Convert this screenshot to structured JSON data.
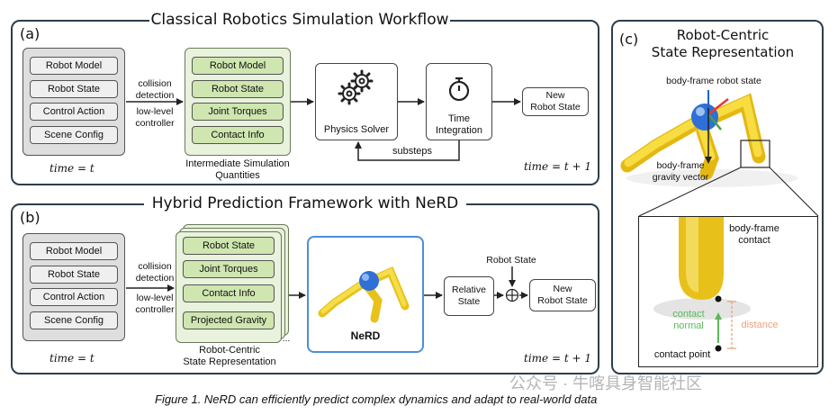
{
  "panel_a": {
    "letter": "(a)",
    "title": "Classical Robotics Simulation Workflow",
    "inputs": [
      "Robot Model",
      "Robot State",
      "Control Action",
      "Scene Config"
    ],
    "arrow_label_top": "collision\ndetection",
    "arrow_label_bottom": "low-level\ncontroller",
    "intermediate": [
      "Robot Model",
      "Robot State",
      "Joint Torques",
      "Contact Info"
    ],
    "intermediate_caption": "Intermediate Simulation\nQuantities",
    "physics_solver": "Physics Solver",
    "time_integration": "Time\nIntegration",
    "output": "New\nRobot State",
    "loop_label": "substeps",
    "time_start": "time = t",
    "time_end": "time = t + 1"
  },
  "panel_b": {
    "letter": "(b)",
    "title": "Hybrid Prediction Framework with NeRD",
    "inputs": [
      "Robot Model",
      "Robot State",
      "Control Action",
      "Scene Config"
    ],
    "arrow_label_top": "collision\ndetection",
    "arrow_label_bottom": "low-level\ncontroller",
    "robot_centric": [
      "Robot State",
      "Joint Torques",
      "Contact Info",
      "Projected Gravity"
    ],
    "robot_centric_caption": "Robot-Centric\nState Representation",
    "ellipsis": "...",
    "nerd_label": "NeRD",
    "relative_state": "Relative\nState",
    "robot_state_input": "Robot State",
    "plus_symbol": "+",
    "output": "New\nRobot State",
    "time_start": "time = t",
    "time_end": "time = t + 1"
  },
  "panel_c": {
    "letter": "(c)",
    "title": "Robot-Centric\nState Representation",
    "body_frame_robot_state": "body-frame robot state",
    "body_frame_gravity": "body-frame\ngravity vector",
    "body_frame_contact": "body-frame\ncontact",
    "contact_normal": "contact\nnormal",
    "distance": "distance",
    "contact_point": "contact point"
  },
  "caption": "Figure 1. NeRD can efficiently predict complex dynamics and adapt to real-world data",
  "watermark": "公众号 · 牛喀具身智能社区",
  "colors": {
    "panel_border": "#2c3e4c",
    "gray_fill": "#dedede",
    "green_fill": "#cfe6b0",
    "nerd_border": "#4a90d9",
    "contact_normal": "#5cb85c",
    "distance": "#f0a07a",
    "robot_yellow": "#f2d52a",
    "robot_blue": "#2f6fd6"
  }
}
